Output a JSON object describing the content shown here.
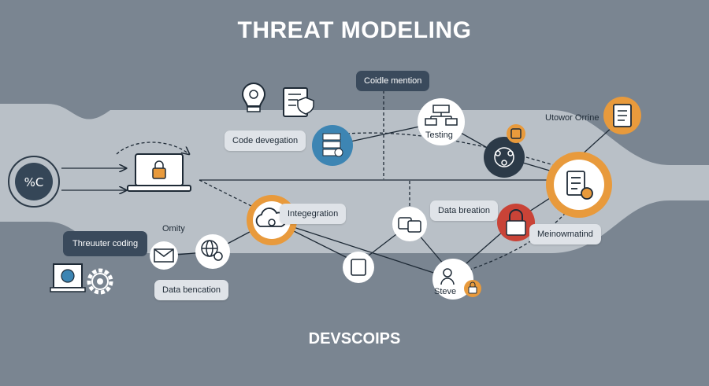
{
  "title": "THREAT MODELING",
  "footer": "DEVSCOIPS",
  "labels": {
    "code_mention": "Coidle mention",
    "code_devegation": "Code devegation",
    "testing": "Testing",
    "utower_orine": "Utowor Orrine",
    "integration": "Integegration",
    "data_breation": "Data breation",
    "memorwatind": "Meinowmatind",
    "threauter_coding": "Threuuter coding",
    "omity": "Omity",
    "data_bencation": "Data bencation",
    "steve": "Steve"
  },
  "icons": {
    "left_node": "percent-c-icon",
    "laptop": "laptop-lock-icon",
    "lightbulb": "lightbulb-gear-icon",
    "shield_doc": "shield-document-icon",
    "server": "server-lock-icon",
    "flowchart": "hierarchy-icon",
    "network": "network-icon",
    "hub": "checklist-gear-icon",
    "clipboard": "clipboard-icon",
    "padlock_red": "padlock-icon",
    "cloud": "cloud-icon",
    "cards": "cards-icon",
    "badge": "id-badge-icon",
    "people_lock": "people-lock-icon",
    "mail": "envelope-icon",
    "globe_gear": "globe-gear-icon",
    "monitor": "monitor-icon",
    "gear": "gear-icon"
  },
  "colors": {
    "background": "#7a8591",
    "band": "#b9c0c7",
    "navy": "#354657",
    "orange": "#e89a3c",
    "blue": "#3d85b3",
    "red": "#c94337",
    "white": "#ffffff"
  }
}
